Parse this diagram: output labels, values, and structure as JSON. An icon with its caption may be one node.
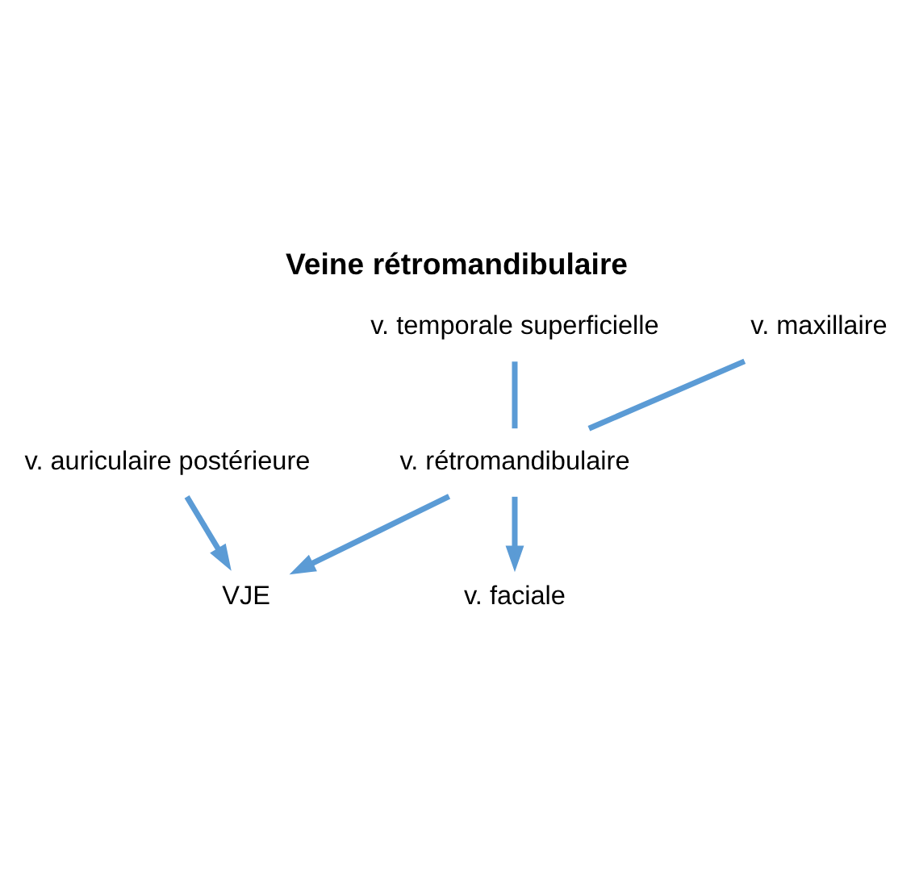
{
  "diagram": {
    "title": "Veine rétromandibulaire",
    "nodes": [
      {
        "text": [
          "v. temporale superficielle"
        ]
      },
      {
        "text": [
          "v. maxillaire"
        ]
      },
      {
        "text": [
          "v. auriculaire postérieure"
        ]
      },
      {
        "text": [
          "v. rétromandibulaire"
        ]
      },
      {
        "text": [
          "v. faciale"
        ]
      },
      {
        "text": [
          "VJE"
        ]
      }
    ],
    "edges": [
      {
        "from": 0,
        "to": 3,
        "arrow": "none"
      },
      {
        "from": 1,
        "to": 3,
        "arrow": "none"
      },
      {
        "from": 3,
        "to": 5,
        "arrow": "to"
      },
      {
        "from": 3,
        "to": 4,
        "arrow": "to"
      },
      {
        "from": 2,
        "to": 5,
        "arrow": "to"
      }
    ]
  }
}
